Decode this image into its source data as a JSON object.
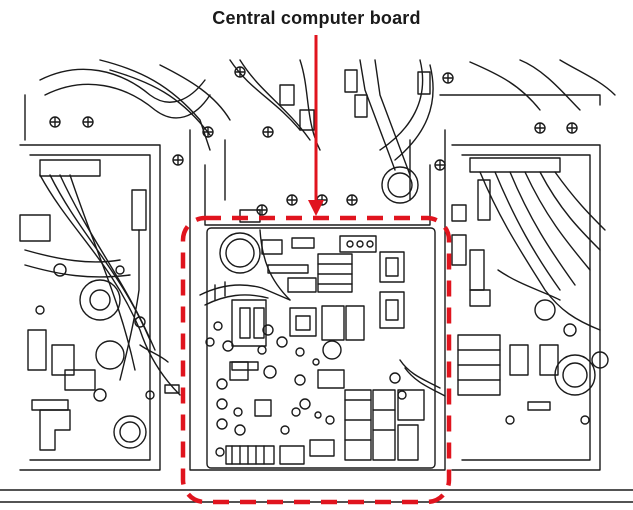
{
  "title": "Central computer board",
  "colors": {
    "callout": "#e0141e",
    "line": "#1a1a1a",
    "background": "#ffffff"
  },
  "icons": [
    "callout-arrow",
    "dashed-highlight-box"
  ]
}
